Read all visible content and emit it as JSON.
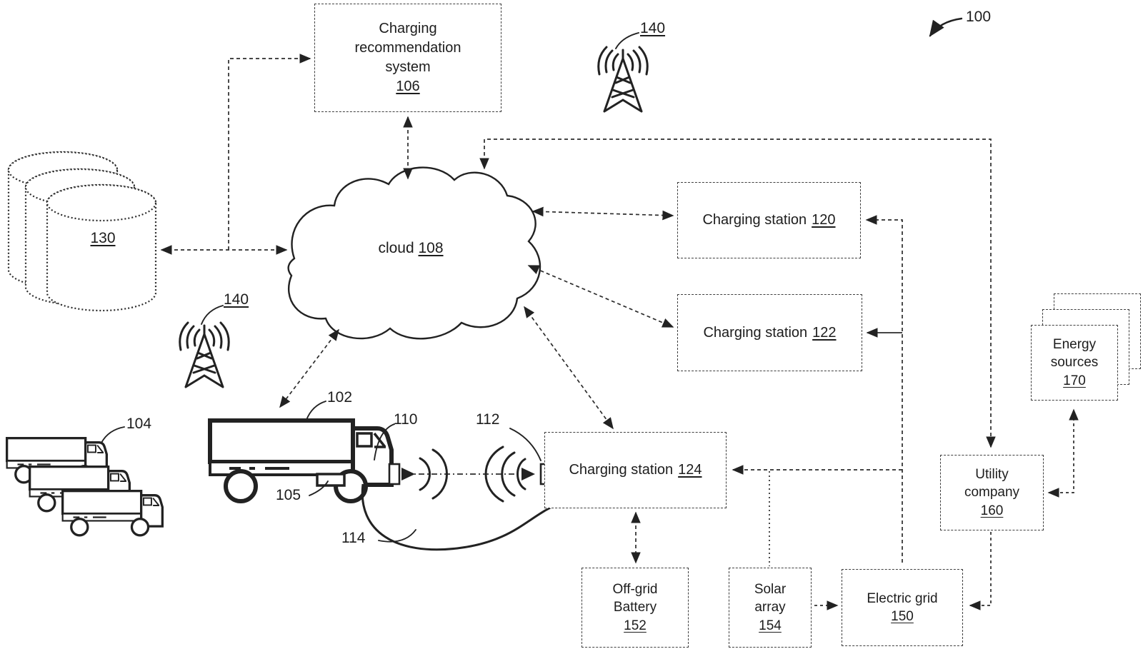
{
  "figure": {
    "overall_ref": "100",
    "cloud": {
      "label": "cloud",
      "ref": "108"
    },
    "database": {
      "ref": "130"
    },
    "boxes": {
      "recommendation": {
        "line1": "Charging",
        "line2": "recommendation",
        "line3": "system",
        "ref": "106"
      },
      "station120": {
        "label": "Charging station",
        "ref": "120"
      },
      "station122": {
        "label": "Charging station",
        "ref": "122"
      },
      "station124": {
        "label": "Charging station",
        "ref": "124"
      },
      "battery": {
        "line1": "Off-grid",
        "line2": "Battery",
        "ref": "152"
      },
      "solar": {
        "line1": "Solar",
        "line2": "array",
        "ref": "154"
      },
      "grid": {
        "line1": "Electric grid",
        "ref": "150"
      },
      "utility": {
        "line1": "Utility",
        "line2": "company",
        "ref": "160"
      },
      "energy": {
        "line1": "Energy",
        "line2": "sources",
        "ref": "170"
      }
    },
    "refs": {
      "truck_fleet": "104",
      "truck": "102",
      "truck_battery": "105",
      "truck_transceiver": "110",
      "station_transceiver": "112",
      "charging_cable": "114",
      "tower_top": "140",
      "tower_left": "140"
    },
    "colors": {
      "ink": "#222222",
      "background": "#ffffff"
    }
  }
}
